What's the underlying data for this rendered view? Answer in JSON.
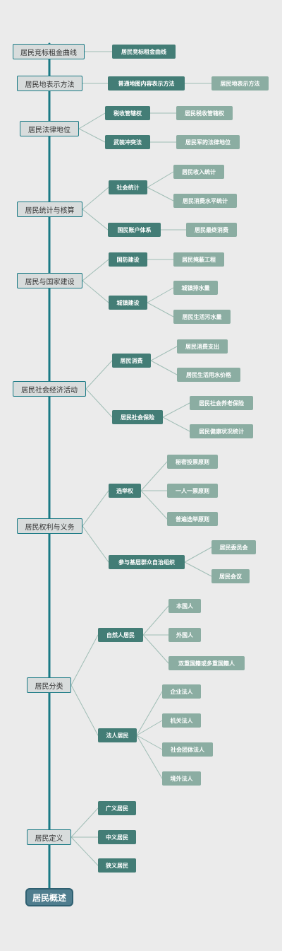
{
  "diagram": {
    "root": "居民概述",
    "branches": [
      {
        "id": "b1",
        "label": "居民竞标租金曲线",
        "children": [
          {
            "id": "b1c1",
            "label": "居民竞标租金曲线",
            "children": []
          }
        ]
      },
      {
        "id": "b2",
        "label": "居民地表示方法",
        "children": [
          {
            "id": "b2c1",
            "label": "普通地图内容表示方法",
            "children": [
              {
                "id": "b2c1a",
                "label": "居民地表示方法"
              }
            ]
          }
        ]
      },
      {
        "id": "b3",
        "label": "居民法律地位",
        "children": [
          {
            "id": "b3c1",
            "label": "税收管辖权",
            "children": [
              {
                "id": "b3c1a",
                "label": "居民税收管辖权"
              }
            ]
          },
          {
            "id": "b3c2",
            "label": "武装冲突法",
            "children": [
              {
                "id": "b3c2a",
                "label": "居民军的法律地位"
              }
            ]
          }
        ]
      },
      {
        "id": "b4",
        "label": "居民统计与核算",
        "children": [
          {
            "id": "b4c1",
            "label": "社会统计",
            "children": [
              {
                "id": "b4c1a",
                "label": "居民收入统计"
              },
              {
                "id": "b4c1b",
                "label": "居民消费水平统计"
              }
            ]
          },
          {
            "id": "b4c2",
            "label": "国民账户体系",
            "children": [
              {
                "id": "b4c2a",
                "label": "居民最终消费"
              }
            ]
          }
        ]
      },
      {
        "id": "b5",
        "label": "居民与国家建设",
        "children": [
          {
            "id": "b5c1",
            "label": "国防建设",
            "children": [
              {
                "id": "b5c1a",
                "label": "居民掩蔽工程"
              }
            ]
          },
          {
            "id": "b5c2",
            "label": "城镇建设",
            "children": [
              {
                "id": "b5c2a",
                "label": "城镇排水量"
              },
              {
                "id": "b5c2b",
                "label": "居民生活污水量"
              }
            ]
          }
        ]
      },
      {
        "id": "b6",
        "label": "居民社会经济活动",
        "children": [
          {
            "id": "b6c1",
            "label": "居民消费",
            "children": [
              {
                "id": "b6c1a",
                "label": "居民消费支出"
              },
              {
                "id": "b6c1b",
                "label": "居民生活用水价格"
              }
            ]
          },
          {
            "id": "b6c2",
            "label": "居民社会保险",
            "children": [
              {
                "id": "b6c2a",
                "label": "居民社会养老保险"
              },
              {
                "id": "b6c2b",
                "label": "居民健康状况统计"
              }
            ]
          }
        ]
      },
      {
        "id": "b7",
        "label": "居民权利与义务",
        "children": [
          {
            "id": "b7c1",
            "label": "选举权",
            "children": [
              {
                "id": "b7c1a",
                "label": "秘密投票原则"
              },
              {
                "id": "b7c1b",
                "label": "一人一票原则"
              },
              {
                "id": "b7c1c",
                "label": "普遍选举原则"
              }
            ]
          },
          {
            "id": "b7c2",
            "label": "参与基层群众自治组织",
            "children": [
              {
                "id": "b7c2a",
                "label": "居民委员会"
              },
              {
                "id": "b7c2b",
                "label": "居民会议"
              }
            ]
          }
        ]
      },
      {
        "id": "b8",
        "label": "居民分类",
        "children": [
          {
            "id": "b8c1",
            "label": "自然人居民",
            "children": [
              {
                "id": "b8c1a",
                "label": "本国人"
              },
              {
                "id": "b8c1b",
                "label": "外国人"
              },
              {
                "id": "b8c1c",
                "label": "双重国籍或多重国籍人"
              }
            ]
          },
          {
            "id": "b8c2",
            "label": "法人居民",
            "children": [
              {
                "id": "b8c2a",
                "label": "企业法人"
              },
              {
                "id": "b8c2b",
                "label": "机关法人"
              },
              {
                "id": "b8c2c",
                "label": "社会团体法人"
              },
              {
                "id": "b8c2d",
                "label": "境外法人"
              }
            ]
          }
        ]
      },
      {
        "id": "b9",
        "label": "居民定义",
        "children": [
          {
            "id": "b9c1",
            "label": "广义居民",
            "children": []
          },
          {
            "id": "b9c2",
            "label": "中义居民",
            "children": []
          },
          {
            "id": "b9c3",
            "label": "狭义居民",
            "children": []
          }
        ]
      }
    ]
  },
  "colors": {
    "background": "#ebebeb",
    "spine": "#1a7a85",
    "link": "#9fbdb5",
    "root_fill": "#4f7d8e",
    "level1_fill": "#d8dcdc",
    "level2_fill": "#437d76",
    "level3_fill": "#8bada2"
  }
}
